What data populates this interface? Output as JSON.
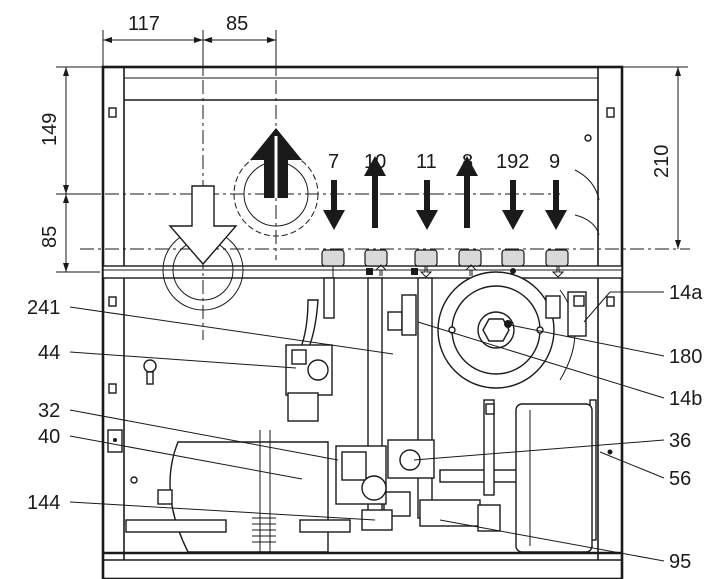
{
  "dimensions": {
    "top_left": "117",
    "top_right": "85",
    "left_upper": "149",
    "left_lower": "85",
    "right": "210"
  },
  "connection_numbers": [
    "7",
    "10",
    "11",
    "8",
    "192",
    "9"
  ],
  "left_callouts": [
    "241",
    "44",
    "32",
    "40",
    "144"
  ],
  "right_callouts": [
    "14a",
    "180",
    "14b",
    "36",
    "56",
    "95"
  ]
}
